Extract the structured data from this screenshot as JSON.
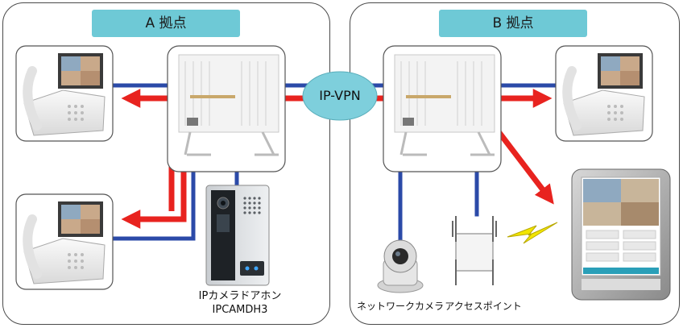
{
  "site_a": {
    "label": "A 拠点"
  },
  "site_b": {
    "label": "B 拠点"
  },
  "network": {
    "label": "IP-VPN"
  },
  "devices": {
    "doorphone": {
      "label_line1": "IPカメラドアホン",
      "label_line2": "IPCAMDH3"
    },
    "network_camera": {
      "label": "ネットワークカメラ"
    },
    "access_point": {
      "label": "アクセスポイント"
    }
  },
  "colors": {
    "wired_line": "#2b4aa8",
    "video_flow": "#e8231f",
    "label_fill": "#6ec9d6",
    "cloud_fill": "#7ecfdc",
    "wireless_bolt": "#f2e600"
  }
}
